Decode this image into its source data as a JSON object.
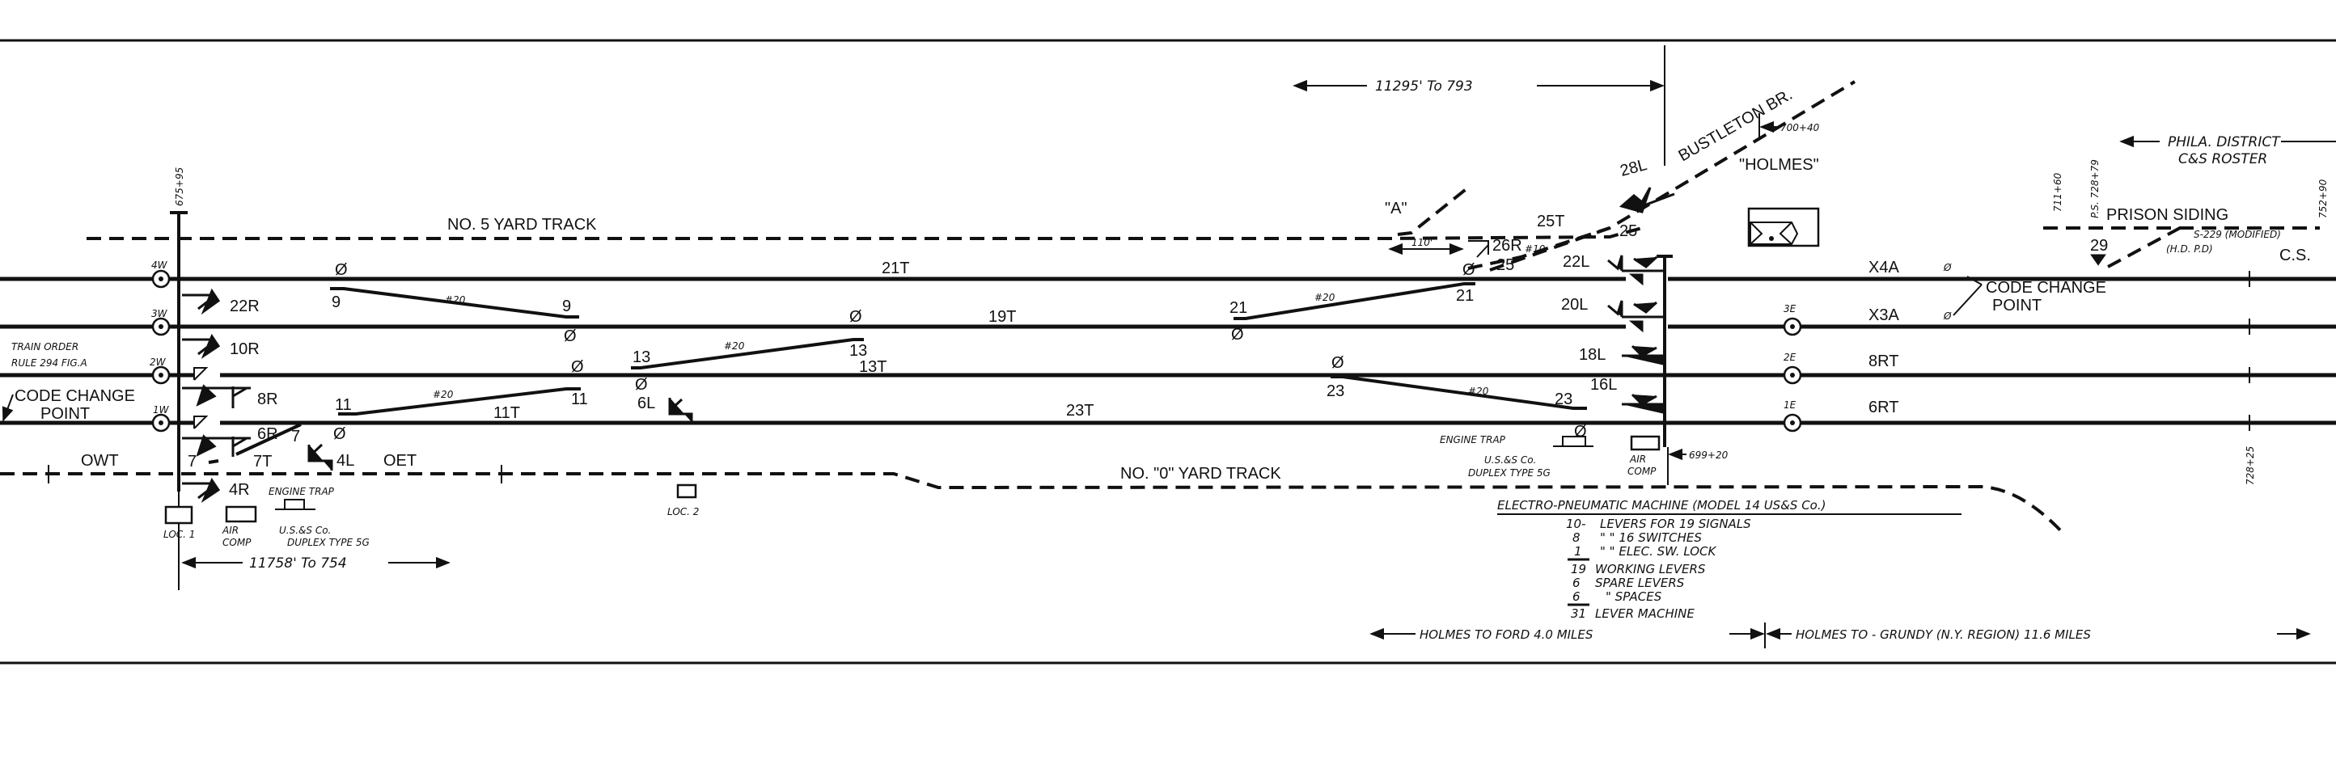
{
  "colors": {
    "ink": "#111111",
    "paper": "#ffffff"
  },
  "dimensions": {
    "to_793": "11295' To 793",
    "to_754": "11758' To 754",
    "dim_110": "110'",
    "mp_700_40": "700+40",
    "mp_699_20": "699+20",
    "mp_675_95": "675+95",
    "mp_711_60": "711+60",
    "mp_728_79": "P.S. 728+79",
    "mp_752_90": "752+90",
    "mp_728_25": "728+25"
  },
  "tracks": {
    "yard5": "NO. 5 YARD TRACK",
    "yard0": "NO. \"0\" YARD   TRACK",
    "t21": "21T",
    "t19": "19T",
    "t13": "13T",
    "t23": "23T",
    "t11": "11T",
    "t25": "25T",
    "t7": "7T",
    "owt": "OWT",
    "oet": "OET",
    "x4a": "X4A",
    "x3a": "X3A",
    "rt8": "8RT",
    "rt6": "6RT",
    "bustleton": "BUSTLETON BR.",
    "prison": "PRISON  SIDING",
    "a": "\"A\""
  },
  "station": {
    "name": "\"HOLMES\"",
    "cs": "C.S."
  },
  "district": {
    "line1": "PHILA. DISTRICT",
    "line2": "C&S ROSTER"
  },
  "signals": {
    "s4w": "4W",
    "s3w": "3W",
    "s2w": "2W",
    "s1w": "1W",
    "s3e": "3E",
    "s2e": "2E",
    "s1e": "1E",
    "s22r": "22R",
    "s10r": "10R",
    "s8r": "8R",
    "s6r": "6R",
    "s4r": "4R",
    "s4l": "4L",
    "s6l": "6L",
    "s22l": "22L",
    "s20l": "20L",
    "s18l": "18L",
    "s16l": "16L",
    "s26r": "26R",
    "s28l": "28L",
    "s29": "29",
    "s229": "S-229 (MODIFIED)",
    "hdpd": "(H.D. P.D)"
  },
  "switches": {
    "sw9": "9",
    "sw11": "11",
    "sw13": "13",
    "sw21": "21",
    "sw23": "23",
    "sw25": "25",
    "sw7": "7",
    "no20": "#20",
    "no10": "#10",
    "phi": "Ø"
  },
  "notes": {
    "train_order1": "TRAIN  ORDER",
    "train_order2": "RULE  294 FIG.A",
    "code_change": "CODE  CHANGE",
    "point": "POINT",
    "engine_trap": "ENGINE TRAP",
    "uss1": "U.S.&S Co.",
    "uss2": "DUPLEX TYPE 5G",
    "air": "AIR",
    "comp": "COMP",
    "loc1": "LOC. 1",
    "loc2": "LOC. 2"
  },
  "machine": {
    "title": "ELECTRO-PNEUMATIC  MACHINE  (MODEL 14 US&S Co.)",
    "rows": [
      {
        "n": "10-",
        "text": "LEVERS  FOR  19 SIGNALS"
      },
      {
        "n": "8",
        "text": "\"         \"   16 SWITCHES"
      },
      {
        "n": "1",
        "text": "\"         \"   ELEC. SW. LOCK"
      },
      {
        "n": "19",
        "text": "WORKING  LEVERS"
      },
      {
        "n": "6",
        "text": "SPARE  LEVERS"
      },
      {
        "n": "6",
        "text": "\"     SPACES"
      },
      {
        "n": "31",
        "text": "LEVER  MACHINE"
      }
    ]
  },
  "distances": {
    "ford": "HOLMES  TO  FORD   4.0 MILES",
    "grundy": "HOLMES  TO - GRUNDY (N.Y. REGION) 11.6 MILES"
  }
}
